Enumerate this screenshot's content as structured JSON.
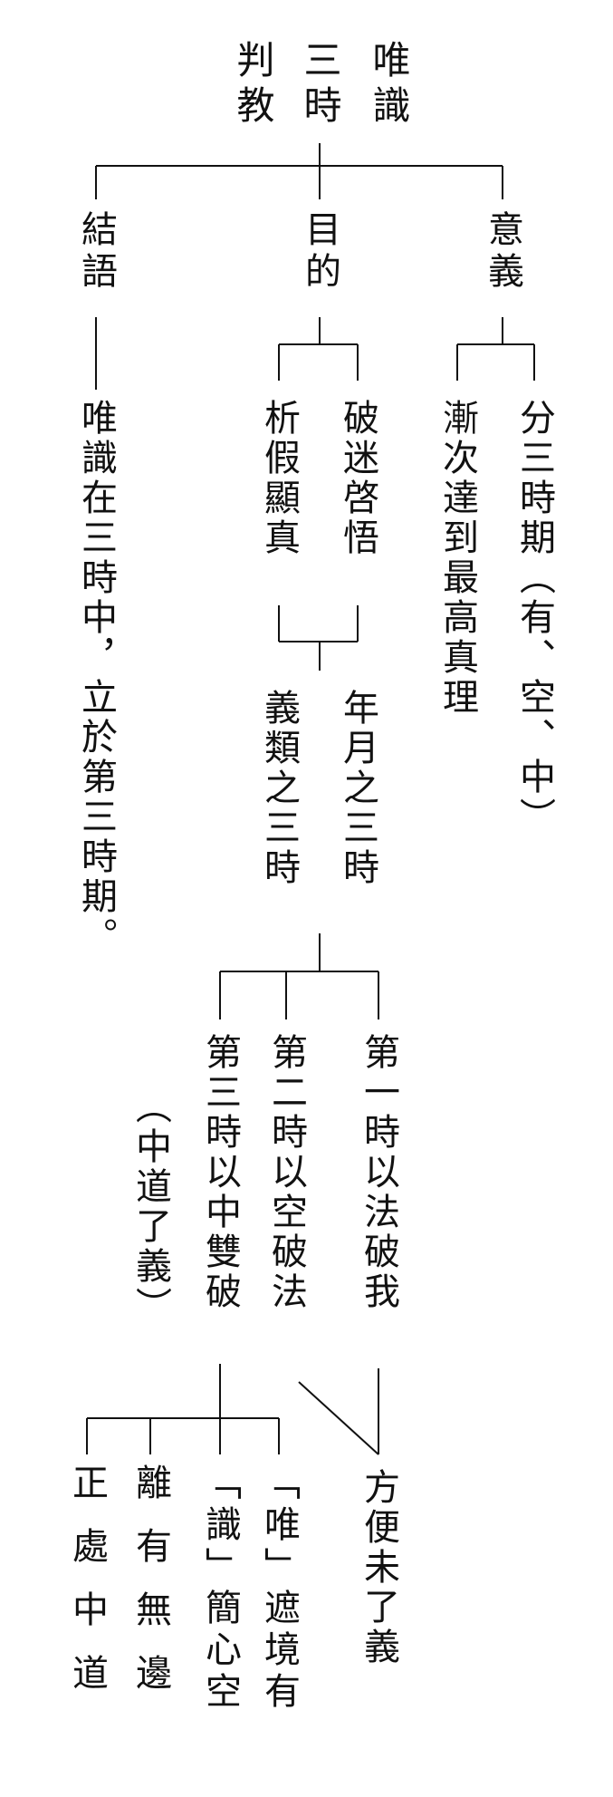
{
  "title": {
    "col_right": "唯識",
    "col_mid": "三時",
    "col_left": "判教"
  },
  "level1": {
    "right": "意義",
    "mid": "目的",
    "left": "結語"
  },
  "meaning": {
    "right": "分三時期（有、空、中）",
    "left": "漸次達到最高真理"
  },
  "purpose": {
    "right": "破迷啓悟",
    "left": "析假顯真"
  },
  "conclusion": "唯識在三時中，立於第三時期。",
  "three_times": {
    "right": "年月之三時",
    "left": "義類之三時"
  },
  "periods": {
    "first": "第一時以法破我",
    "second": "第二時以空破法",
    "third": "第三時以中雙破",
    "third_note": "（中道了義）"
  },
  "expedient": "方便未了義",
  "middle_way": {
    "wei": "「唯」遮境有",
    "shi": "「識」簡心空",
    "li": "離有無邊",
    "zheng": "正處中道"
  },
  "colors": {
    "ink": "#111111",
    "line": "#111111",
    "background": "#ffffff"
  }
}
